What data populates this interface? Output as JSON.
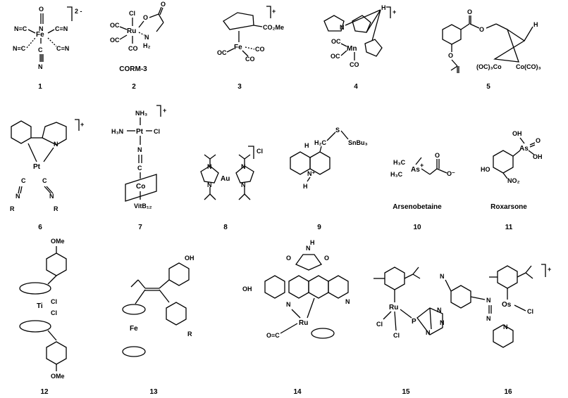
{
  "numbers": [
    "1",
    "2",
    "3",
    "4",
    "5",
    "6",
    "7",
    "8",
    "9",
    "10",
    "11",
    "12",
    "13",
    "14",
    "15",
    "16"
  ],
  "captions": {
    "c2": "CORM-3",
    "c10": "Arsenobetaine",
    "c11": "Roxarsone"
  },
  "charges": {
    "c1": "2 -",
    "plus": "+",
    "cl8": "Cl"
  },
  "atoms": {
    "fe": "Fe",
    "ru": "Ru",
    "mn": "Mn",
    "pt": "Pt",
    "co": "Co",
    "au": "Au",
    "ti": "Ti",
    "os": "Os",
    "cl": "Cl",
    "n": "N",
    "h": "H",
    "o": "O",
    "p": "P",
    "r": "R",
    "co_ligand": "CO",
    "oc_ligand": "OC",
    "nc": "N≡C",
    "cn": "C≡N",
    "c_ligand": "C",
    "co2me": "CO₂Me",
    "oc3co": "(OC)₃Co",
    "coco3": "Co(CO)₃",
    "nh2": "NH₂",
    "h2": "H₂",
    "nh3": "NH₃",
    "h3n": "H₃N",
    "vitb12": "VitB₁₂",
    "h2c": "H₂C",
    "s": "S",
    "snbu3": "SnBu₃",
    "nplus": "N⁺",
    "h3c": "H₃C",
    "as": "As",
    "ominus": "O⁻",
    "oh": "OH",
    "ho": "HO",
    "no2": "NO₂",
    "ome": "OMe",
    "oc_iso": "O≡C"
  }
}
